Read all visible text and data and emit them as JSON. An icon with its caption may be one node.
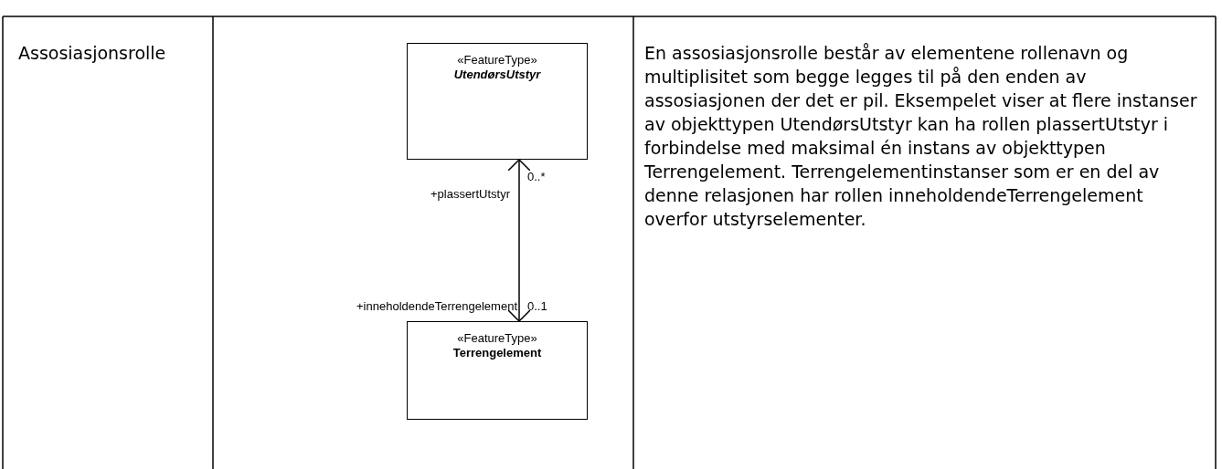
{
  "diagram": {
    "nodes": [
      {
        "text": [
          "«FeatureType»",
          "UtendørsUtstyr"
        ]
      },
      {
        "text": [
          "«FeatureType»",
          "Terrengelement"
        ]
      }
    ],
    "edges": [
      {
        "from": 0,
        "to": 1,
        "arrow": "both"
      }
    ],
    "labels": [
      "Assosiasjonsrolle",
      "+plassertUtstyr",
      "0..*",
      "+inneholdendeTerrengelement",
      "0..1",
      "En assosiasjonsrolle består av elementene rollenavn og multiplisitet som begge legges til på den enden av assosiasjonen der det er pil. Eksempelet viser at flere instanser av objekttypen UtendørsUtstyr kan ha rollen plassertUtstyr i forbindelse med maksimal én instans av objekttypen Terrengelement. Terrengelementinstanser som er en del av denne relasjonen har rollen inneholdendeTerrengelement overfor utstyrselementer."
    ]
  }
}
